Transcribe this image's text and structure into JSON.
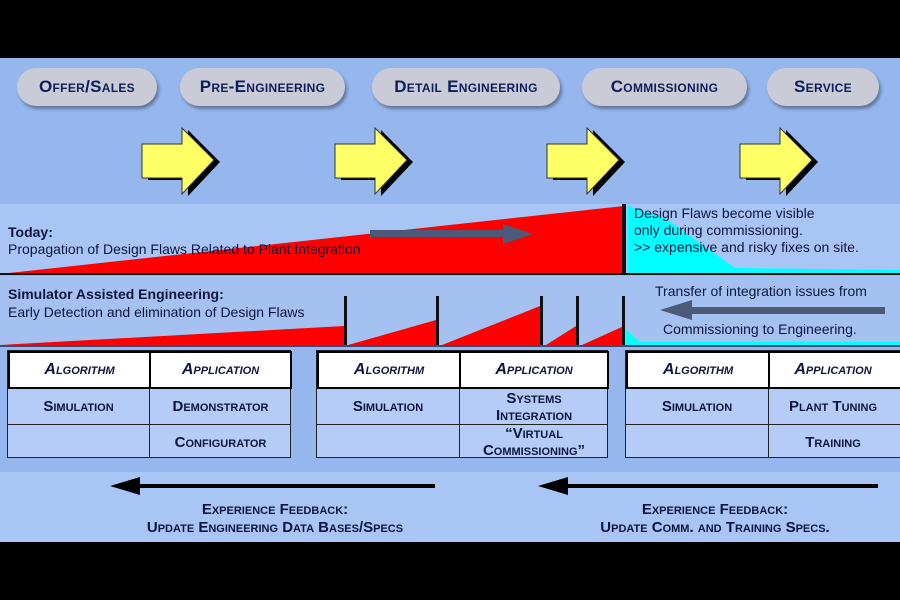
{
  "phases": [
    "Offer/Sales",
    "Pre-Engineering",
    "Detail Engineering",
    "Commissioning",
    "Service"
  ],
  "today": {
    "heading": "Today:",
    "subtitle": "Propagation of Design Flaws Related to Plant Integration",
    "note_lines": [
      "Design Flaws become visible",
      "only during commissioning.",
      ">> expensive and risky fixes on site."
    ]
  },
  "simulator": {
    "heading": "Simulator Assisted Engineering:",
    "subtitle": "Early Detection and elimination of Design Flaws",
    "transfer_lines": [
      "Transfer of integration issues from",
      "Commissioning to Engineering."
    ]
  },
  "tables": [
    {
      "headers": [
        "Algorithm",
        "Application"
      ],
      "rows": [
        [
          "Simulation",
          "Demonstrator"
        ],
        [
          "",
          "Configurator"
        ]
      ]
    },
    {
      "headers": [
        "Algorithm",
        "Application"
      ],
      "rows": [
        [
          "Simulation",
          "Systems Integration"
        ],
        [
          "",
          "“Virtual Commissioning”"
        ]
      ]
    },
    {
      "headers": [
        "Algorithm",
        "Application"
      ],
      "rows": [
        [
          "Simulation",
          "Plant Tuning"
        ],
        [
          "",
          "Training"
        ]
      ]
    }
  ],
  "feedback": {
    "left_lines": [
      "Experience Feedback:",
      "Update Engineering Data Bases/Specs"
    ],
    "right_lines": [
      "Experience Feedback:",
      "Update Comm. and Training Specs."
    ]
  },
  "colors": {
    "background": "#95b7ee",
    "flaw": "#ff0000",
    "visible_flaw": "#00ffff",
    "arrow_fill": "#ffff66",
    "dark_arrow": "#4a5a78"
  }
}
